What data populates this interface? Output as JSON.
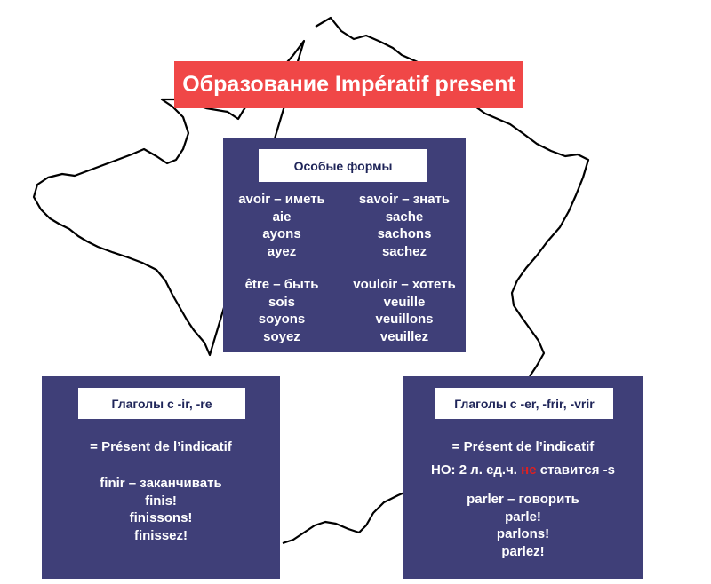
{
  "title": "Образование Impératif present",
  "center": {
    "label": "Особые формы",
    "left": {
      "avoir_head": "avoir – иметь",
      "avoir_forms": [
        "aie",
        "ayons",
        "ayez"
      ],
      "etre_head": "être – быть",
      "etre_forms": [
        "sois",
        "soyons",
        "soyez"
      ]
    },
    "right": {
      "savoir_head": "savoir – знать",
      "savoir_forms": [
        "sache",
        "sachons",
        "sachez"
      ],
      "vouloir_head": "vouloir – хотеть",
      "vouloir_forms": [
        "veuille",
        "veuillons",
        "veuillez"
      ]
    }
  },
  "left_box": {
    "label": "Глаголы с -ir, -re",
    "rule": "= Présent de l’indicatif",
    "verb_head": "finir – заканчивать",
    "forms": [
      "finis!",
      "finissons!",
      "finissez!"
    ]
  },
  "right_box": {
    "label": "Глаголы с -er, -frir, -vrir",
    "rule": "= Présent de l’indicatif",
    "note_before": "НО: 2 л. ед.ч. ",
    "note_neg": "не",
    "note_after": " ставится -s",
    "verb_head": "parler – говорить",
    "forms": [
      "parle!",
      "parlons!",
      "parlez!"
    ]
  },
  "colors": {
    "title_bg": "#f04747",
    "box_bg": "#3f3f78",
    "label_text": "#1f2559",
    "negation": "#e02020"
  }
}
